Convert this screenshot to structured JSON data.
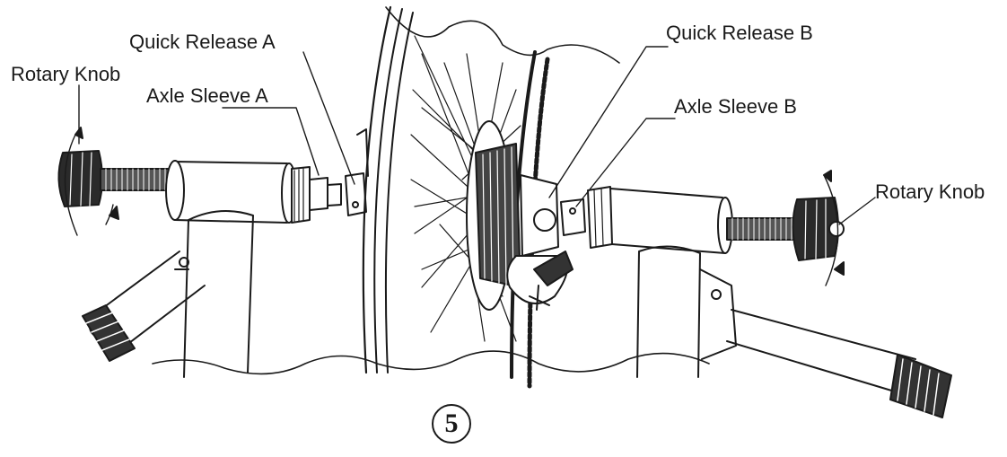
{
  "diagram": {
    "labels": {
      "quick_release_a": "Quick Release A",
      "rotary_knob_left": "Rotary Knob",
      "axle_sleeve_a": "Axle Sleeve A",
      "quick_release_b": "Quick Release B",
      "axle_sleeve_b": "Axle Sleeve B",
      "rotary_knob_right": "Rotary Knob"
    },
    "step_number": "5"
  },
  "colors": {
    "line": "#1a1a1a",
    "background": "#ffffff"
  }
}
